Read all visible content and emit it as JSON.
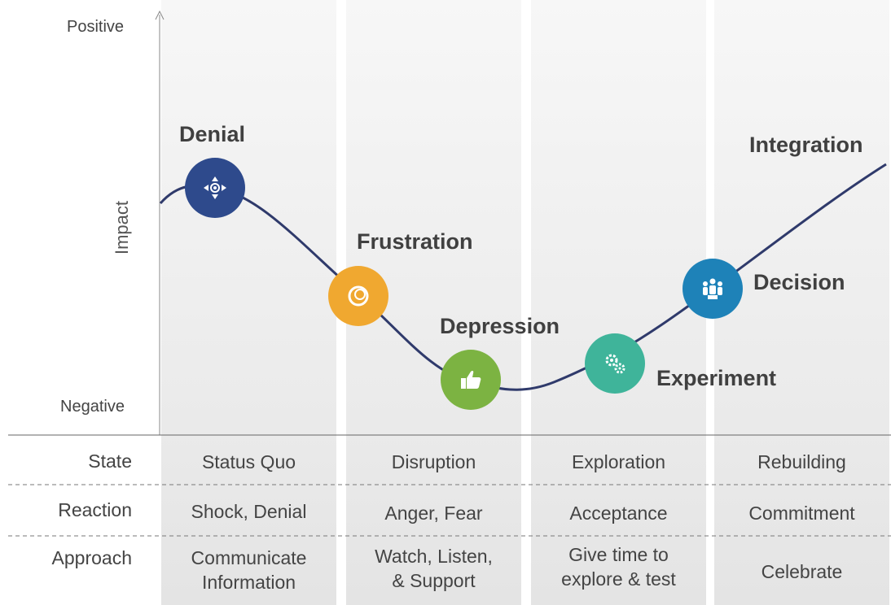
{
  "axis": {
    "top": "Positive",
    "bottom": "Negative",
    "y": "Impact"
  },
  "stages": {
    "denial": {
      "label": "Denial",
      "color": "#2e4a8c",
      "icon": "move-arrows-icon"
    },
    "frustration": {
      "label": "Frustration",
      "color": "#f0a830",
      "icon": "chat-bubble-icon"
    },
    "depression": {
      "label": "Depression",
      "color": "#7cb342",
      "icon": "thumbs-up-icon"
    },
    "experiment": {
      "label": "Experiment",
      "color": "#3fb49a",
      "icon": "gears-icon"
    },
    "decision": {
      "label": "Decision",
      "color": "#1e82b8",
      "icon": "people-icon"
    },
    "integration": {
      "label": "Integration"
    }
  },
  "table": {
    "rows": [
      "State",
      "Reaction",
      "Approach"
    ],
    "state": [
      "Status Quo",
      "Disruption",
      "Exploration",
      "Rebuilding"
    ],
    "reaction": [
      "Shock, Denial",
      "Anger, Fear",
      "Acceptance",
      "Commitment"
    ],
    "approach": [
      [
        "Communicate",
        "Information"
      ],
      [
        "Watch, Listen,",
        "& Support"
      ],
      [
        "Give time to",
        "explore & test"
      ],
      [
        "Celebrate"
      ]
    ]
  },
  "colors": {
    "curve": "#2f3a6b",
    "line": "#666666"
  }
}
